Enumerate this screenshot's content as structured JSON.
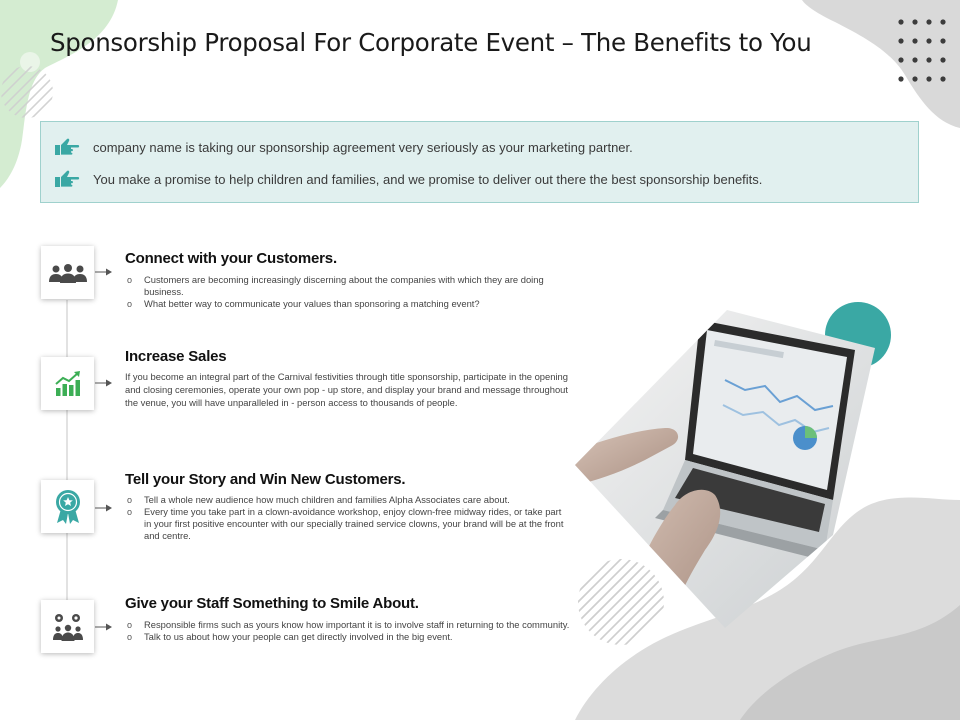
{
  "title": "Sponsorship Proposal For Corporate Event – The Benefits to You",
  "info": [
    "company name is taking our sponsorship agreement very seriously as your marketing partner.",
    "You make a promise to help children and families, and we promise to deliver out there the best sponsorship benefits."
  ],
  "sections": [
    {
      "icon": "customers-icon",
      "title": "Connect with your Customers.",
      "bullets": [
        "Customers are becoming increasingly discerning about the companies with which they are doing business.",
        "What better way to communicate your values than sponsoring a matching event?"
      ]
    },
    {
      "icon": "growth-chart-icon",
      "title": "Increase Sales",
      "text": "If you become an integral part of the Carnival festivities through title sponsorship, participate in the opening and closing ceremonies, operate your own pop - up store, and display your brand and message throughout the venue, you will have unparalleled in - person access to thousands of people."
    },
    {
      "icon": "award-ribbon-icon",
      "title": "Tell your Story and Win New Customers.",
      "bullets": [
        "Tell a whole new audience how much children and families Alpha Associates care about.",
        "Every time you take part in a clown-avoidance workshop, enjoy clown-free midway rides, or take part in your first positive encounter with our specially trained service clowns, your brand will be at the front and centre."
      ]
    },
    {
      "icon": "team-settings-icon",
      "title": "Give your Staff Something to Smile About.",
      "bullets": [
        "Responsible firms such as yours know how important it is to involve staff in returning to the community.",
        "Talk to us about how your people can get directly involved in the big event."
      ]
    }
  ],
  "colors": {
    "accent_teal": "#3aa8a4",
    "accent_green": "#3cae55",
    "box_fill": "#e1f0ef",
    "deco_green": "#d2ebcf",
    "deco_grey": "#d5d5d5"
  }
}
